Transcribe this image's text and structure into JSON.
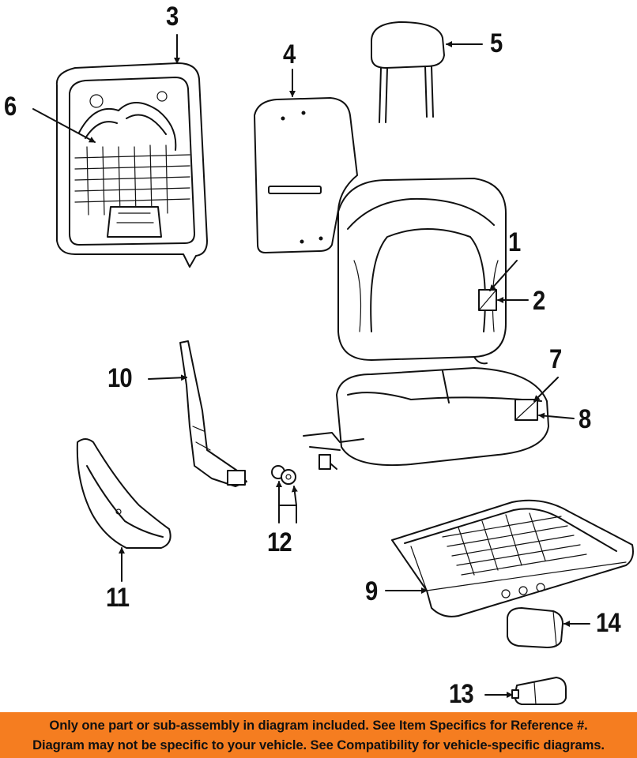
{
  "callouts": {
    "c1": "1",
    "c2": "2",
    "c3": "3",
    "c4": "4",
    "c5": "5",
    "c6": "6",
    "c7": "7",
    "c8": "8",
    "c9": "9",
    "c10": "10",
    "c11": "11",
    "c12": "12",
    "c13": "13",
    "c14": "14"
  },
  "footer": {
    "line1": "Only one part or sub-assembly in diagram included. See Item Specifics for Reference #.",
    "line2": "Diagram may not be specific to your vehicle. See Compatibility for vehicle-specific diagrams."
  },
  "colors": {
    "footer_bg": "#f57d20",
    "ink": "#111111"
  }
}
